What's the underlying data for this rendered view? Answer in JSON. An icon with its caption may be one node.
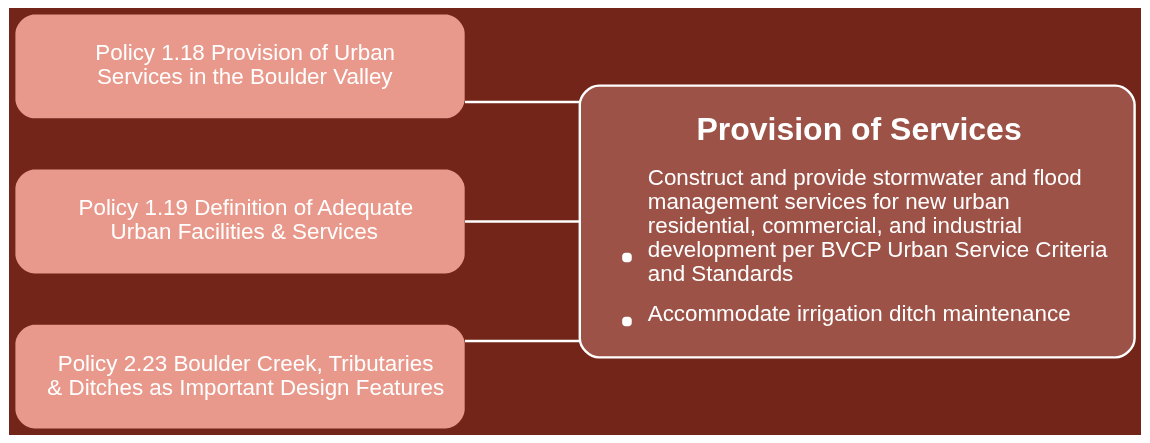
{
  "diagram": {
    "nodes": [
      {
        "text": [
          "Policy 1.18 Provision of Urban Services in the Boulder Valley"
        ]
      },
      {
        "text": [
          "Policy 1.19 Definition of Adequate Urban Facilities & Services"
        ]
      },
      {
        "text": [
          "Policy 2.23 Boulder Creek, Tributaries & Ditches as Important Design Features"
        ]
      },
      {
        "text": [
          "Provision of Services",
          "Construct and provide stormwater and flood management services for new urban residential, commercial, and industrial development per BVCP Urban Service Criteria and Standards",
          "Accommodate irrigation ditch maintenance"
        ]
      }
    ],
    "edges": [
      {
        "from": 0,
        "to": 3,
        "arrow": "none"
      },
      {
        "from": 1,
        "to": 3,
        "arrow": "none"
      },
      {
        "from": 2,
        "to": 3,
        "arrow": "none"
      }
    ]
  }
}
